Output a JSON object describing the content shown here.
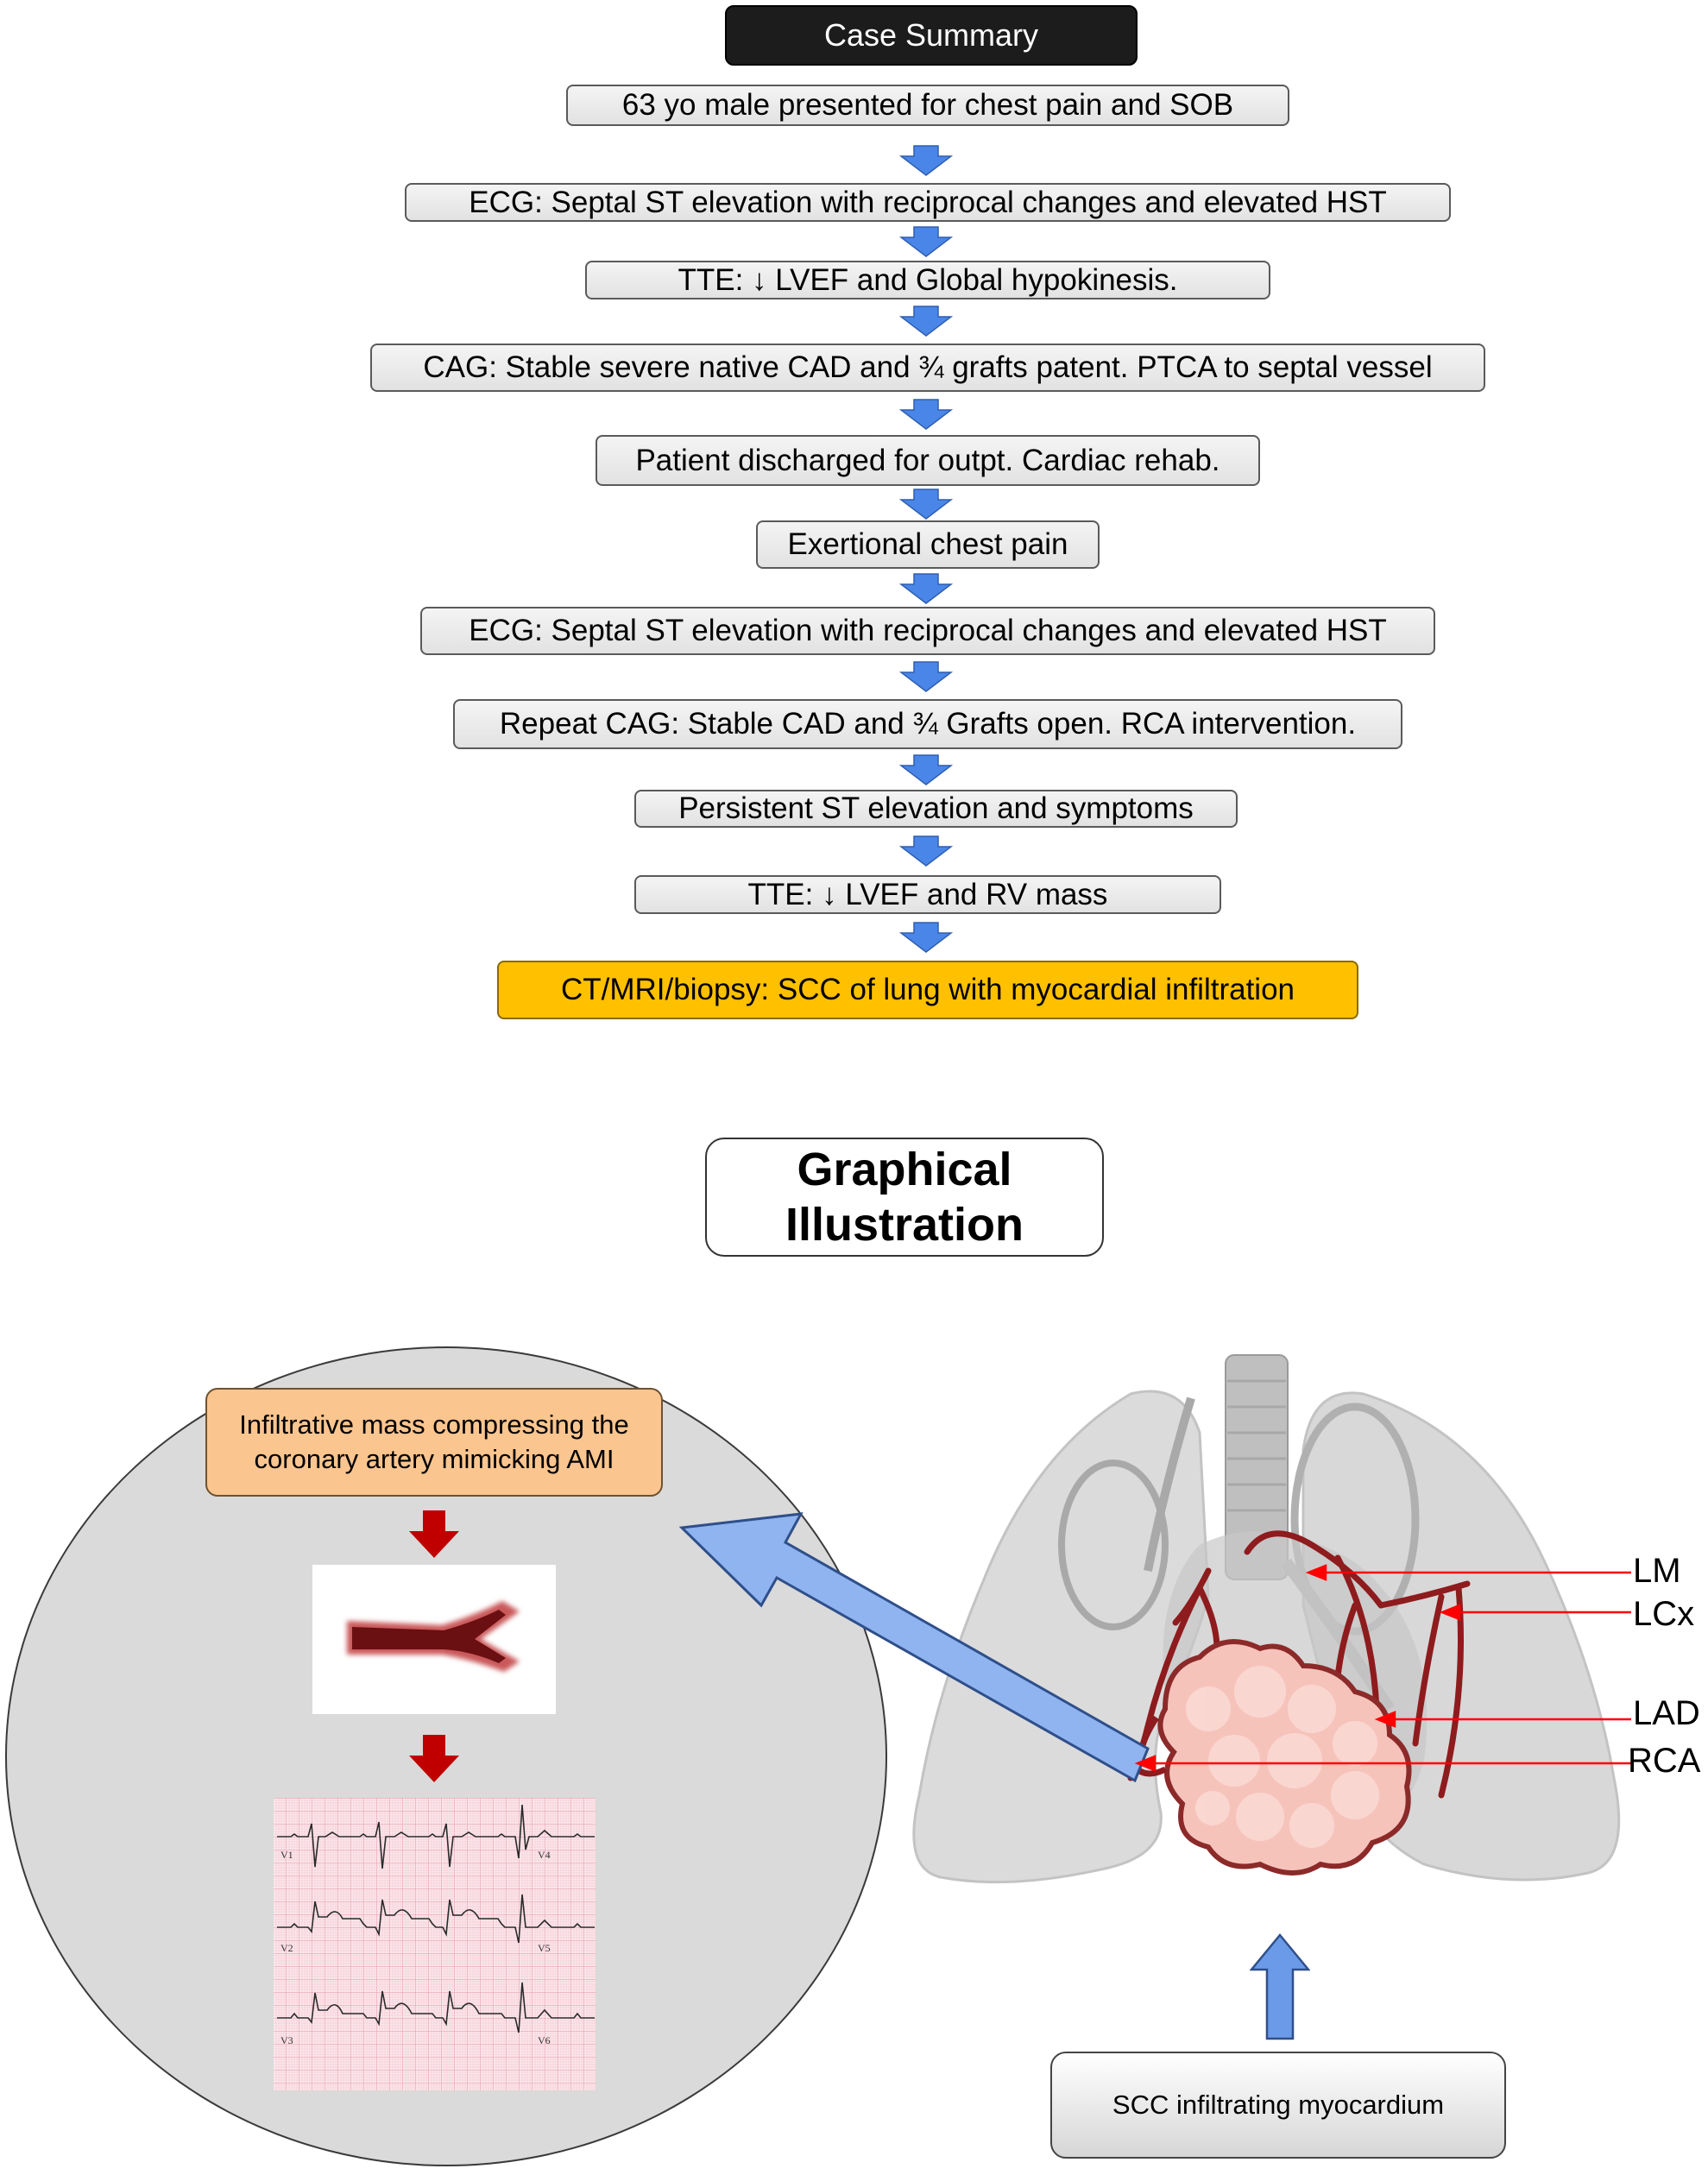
{
  "case_summary": {
    "title": "Case Summary",
    "steps": [
      "63 yo male presented for chest pain and SOB",
      "ECG: Septal ST elevation with reciprocal changes and elevated HST",
      "TTE: ↓ LVEF and Global hypokinesis.",
      "CAG: Stable severe native CAD and ¾ grafts patent. PTCA to septal vessel",
      "Patient discharged for outpt. Cardiac rehab.",
      "Exertional chest pain",
      "ECG: Septal ST elevation with reciprocal changes and elevated HST",
      "Repeat CAG: Stable CAD and ¾ Grafts open. RCA intervention.",
      "Persistent ST elevation and symptoms",
      "TTE: ↓ LVEF and RV mass",
      "CT/MRI/biopsy: SCC of lung with myocardial infiltration"
    ]
  },
  "graphical": {
    "title_line1": "Graphical",
    "title_line2": "Illustration",
    "mass_line1": "Infiltrative mass compressing the",
    "mass_line2": "coronary artery mimicking AMI",
    "ecg_leads": [
      "V1",
      "V2",
      "V3",
      "V4",
      "V5",
      "V6"
    ],
    "vessel_labels": [
      "LM",
      "LCx",
      "LAD",
      "RCA"
    ],
    "scc_label": "SCC infiltrating myocardium"
  },
  "colors": {
    "flow_arrow": "#4a86e8",
    "final_box": "#ffc000",
    "mass_box": "#fbc58f",
    "red_arrow": "#c00000",
    "label_arrow": "#ff0000",
    "big_arrow": "#8fb4f0"
  }
}
